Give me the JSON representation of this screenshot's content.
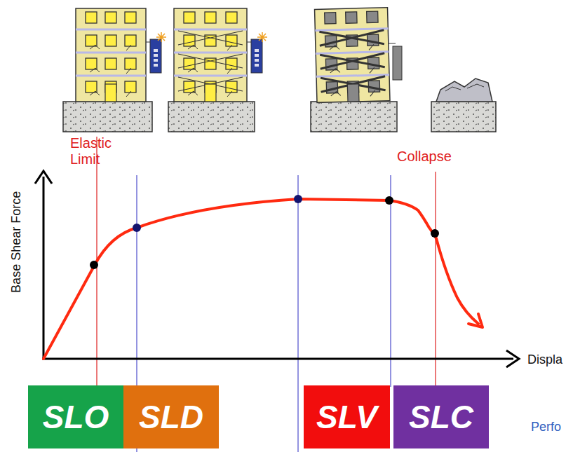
{
  "diagram": {
    "nodes": [
      {
        "text": [
          "SLO"
        ]
      },
      {
        "text": [
          "SLD"
        ]
      },
      {
        "text": [
          "SLV"
        ]
      },
      {
        "text": [
          "SLC"
        ]
      }
    ],
    "labels": [
      "Elastic Limit",
      "Collapse",
      "Base Shear Force",
      "Displa",
      "Perfo"
    ]
  }
}
